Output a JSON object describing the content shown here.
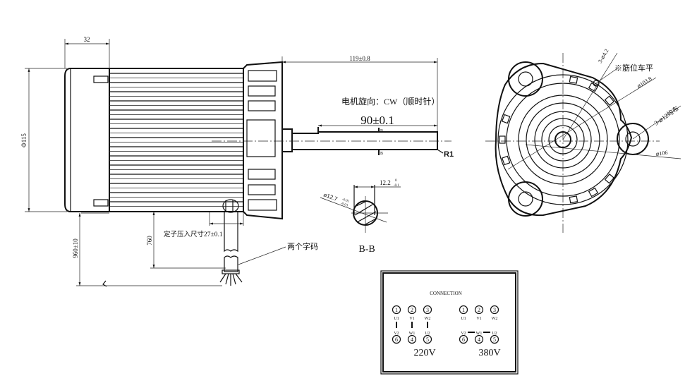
{
  "side_view": {
    "dim_endcap": "32",
    "dim_diameter": "Φ115",
    "dim_overall": "119±0.8",
    "rotation_note": "电机旋向：CW（顺时针）",
    "dim_shaft": "90±0.1",
    "section_mark_top": "B",
    "section_mark_bottom": "B",
    "radius_note": "R1",
    "stator_note": "定子压入尺寸27±0.1",
    "dim_lead_short": "760",
    "dim_lead_long": "960±10",
    "marker_note": "两个字码"
  },
  "section_view": {
    "dim_flat": "12.2",
    "dim_flat_tol_upper": "0",
    "dim_flat_tol_lower": "-0.1",
    "dim_diameter": "⌀12.7",
    "dim_diameter_tol_upper": "-0.01",
    "dim_diameter_tol_lower": "-0.03",
    "label": "B-B"
  },
  "front_view": {
    "holes_note": "3-⌀4.2",
    "rib_note": "※筋位车平",
    "pcd_small": "⌀103.8",
    "mount_holes_note": "3-⌀12均布",
    "pcd_large": "⌀106"
  },
  "connection": {
    "title": "CONNECTION",
    "left": {
      "voltage": "220V",
      "top": [
        {
          "num": "1",
          "label": "U1"
        },
        {
          "num": "2",
          "label": "V1"
        },
        {
          "num": "3",
          "label": "W2"
        }
      ],
      "bottom": [
        {
          "num": "6",
          "label": "V2"
        },
        {
          "num": "4",
          "label": "W1"
        },
        {
          "num": "5",
          "label": "U2"
        }
      ]
    },
    "right": {
      "voltage": "380V",
      "top": [
        {
          "num": "1",
          "label": "U1"
        },
        {
          "num": "2",
          "label": "V1"
        },
        {
          "num": "3",
          "label": "W2"
        }
      ],
      "bottom": [
        {
          "num": "6",
          "label": "V2"
        },
        {
          "num": "4",
          "label": "W1"
        },
        {
          "num": "5",
          "label": "U2"
        }
      ]
    }
  }
}
